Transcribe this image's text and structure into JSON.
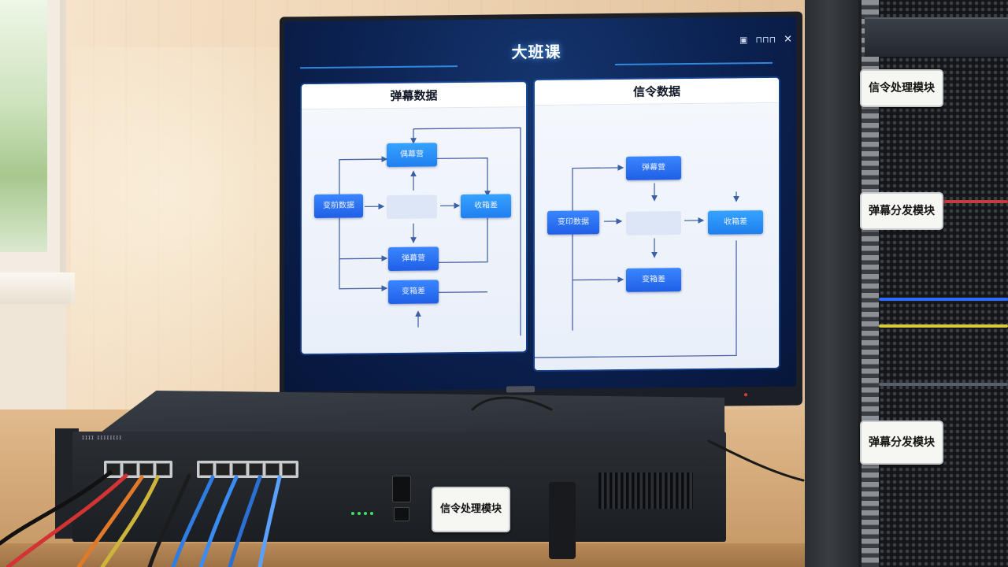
{
  "screen": {
    "app_title": "大班课",
    "window_controls": [
      "▣",
      "⊓⊓⊓",
      "✕"
    ],
    "panels": [
      {
        "title": "弹幕数据",
        "nodes": [
          "偶幕营",
          "变前数据",
          "收箱差",
          "弹幕营",
          "变箱差"
        ]
      },
      {
        "title": "信令数据",
        "nodes": [
          "弹幕营",
          "变印数据",
          "收箱差",
          "变箱差"
        ]
      }
    ]
  },
  "rack_labels": {
    "top": "信令处理模块",
    "middle": "弹幕分发模块",
    "bottom": "弹幕分发模块"
  },
  "switch": {
    "brand": "ɪɪɪɪ ɪɪɪɪɪɪɪɪ",
    "label": "信令处理模块"
  },
  "colors": {
    "screen_bg": "#0b2150",
    "node_blue": "#1f5fe6",
    "accent_glow": "#3aa0ff"
  }
}
